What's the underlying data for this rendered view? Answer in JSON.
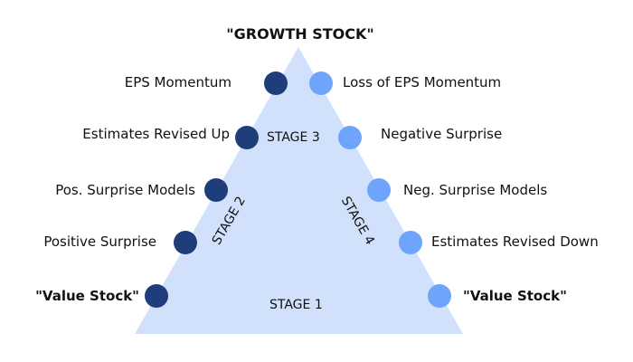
{
  "title": "\"GROWTH STOCK\"",
  "colors": {
    "triangle": "#d1e0fb",
    "left_dot": "#1f3d7a",
    "right_dot": "#6ea4fb",
    "text": "#111111"
  },
  "stages": {
    "stage1": "STAGE 1",
    "stage2": "STAGE 2",
    "stage3": "STAGE 3",
    "stage4": "STAGE 4"
  },
  "left_items": [
    {
      "label": "EPS Momentum"
    },
    {
      "label": "Estimates Revised Up"
    },
    {
      "label": "Pos. Surprise Models"
    },
    {
      "label": "Positive Surprise"
    },
    {
      "label": "\"Value Stock\""
    }
  ],
  "right_items": [
    {
      "label": "Loss of EPS Momentum"
    },
    {
      "label": "Negative Surprise"
    },
    {
      "label": "Neg. Surprise Models"
    },
    {
      "label": "Estimates Revised Down"
    },
    {
      "label": "\"Value Stock\""
    }
  ]
}
